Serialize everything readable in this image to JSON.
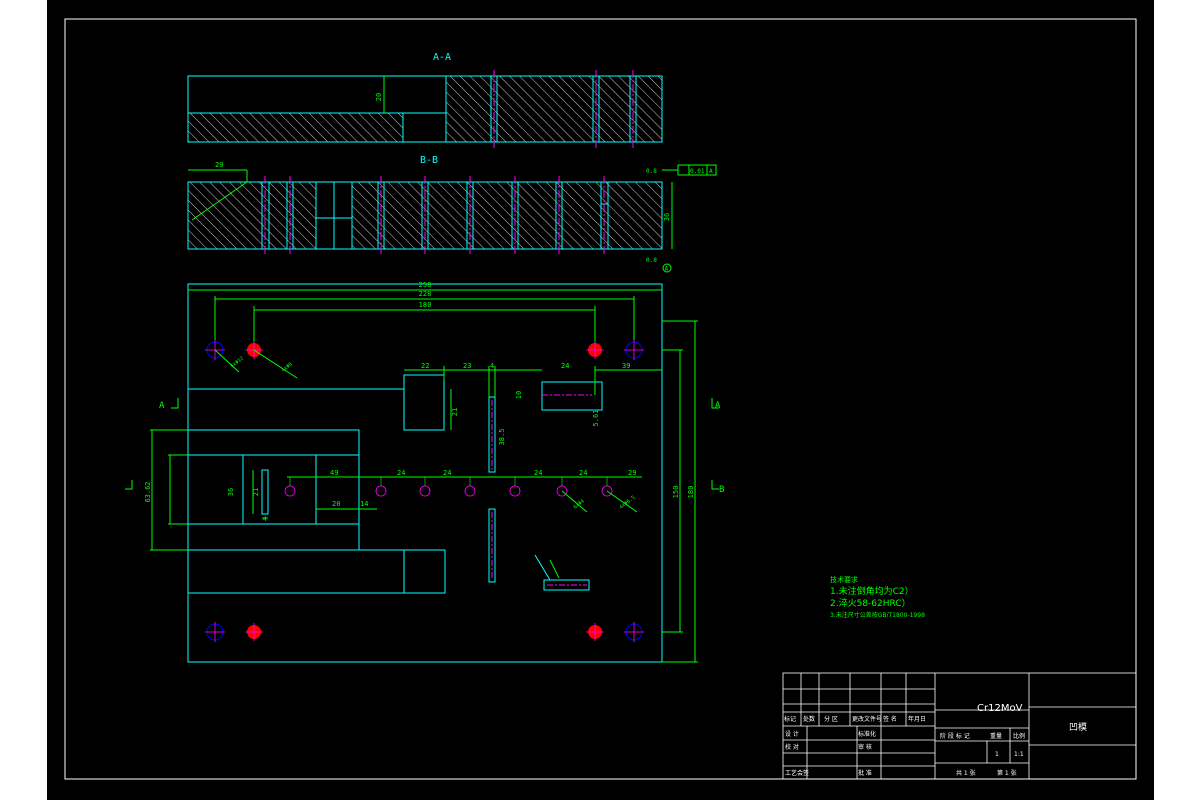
{
  "views": {
    "section_aa": "A-A",
    "section_bb": "B-B",
    "marker_a": "A",
    "marker_b": "B",
    "datum_a": "A"
  },
  "dims": {
    "d29_top": "29",
    "d20_aa": "20",
    "d36_bb": "36",
    "d258": "258",
    "d228": "228",
    "d180": "180",
    "d22": "22",
    "d23": "23",
    "d4a": "4",
    "d24a": "24",
    "d39": "39",
    "d21a": "21",
    "d10": "10",
    "d561": "5.61",
    "d385": "38.5",
    "d6362": "63.62",
    "d36_left": "36",
    "d21_left": "21",
    "d4b": "4",
    "d49": "49",
    "d24_1": "24",
    "d24_2": "24",
    "d24_3": "24",
    "d24_4": "24",
    "d29_row": "29",
    "d20_low": "20",
    "d14": "14",
    "d150": "150",
    "d180_v": "180",
    "d08a": "0.8",
    "d08b": "0.8",
    "tol_frame": "0.01",
    "hole_note_1": "4xΦ12",
    "hole_note_2": "4xΦ8",
    "hole_note_3": "6xΦ4",
    "hole_note_4": "4xΦ6.5"
  },
  "notes": {
    "title": "技术要求",
    "line1": "1.未注倒角均为C2）",
    "line2": "2.淬火58-62HRC）",
    "line3": "3.未注尺寸公差按GB/T1800-1998"
  },
  "title_block": {
    "material": "Cr12MoV",
    "drawing_name": "凹模",
    "h_mark": "标记",
    "h_count": "处数",
    "h_zone": "分 区",
    "h_docno": "更改文件号",
    "h_sign": "签 名",
    "h_date": "年月日",
    "r_design": "设 计",
    "r_std": "标准化",
    "r_check": "校 对",
    "r_review": "审 核",
    "r_process": "工艺会签",
    "r_approve": "批 准",
    "h_stage": "阶 段 标 记",
    "h_weight": "重量",
    "h_scale": "比例",
    "weight": "1",
    "scale": "1:1",
    "sheets_total": "共 1 张",
    "sheet_no": "第 1 张"
  },
  "colors": {
    "outline": "#00ffff",
    "dimension": "#00ff00",
    "hatch": "#ffffff",
    "center": "#ff00ff",
    "red": "#ff0000",
    "blue": "#0000ff"
  }
}
